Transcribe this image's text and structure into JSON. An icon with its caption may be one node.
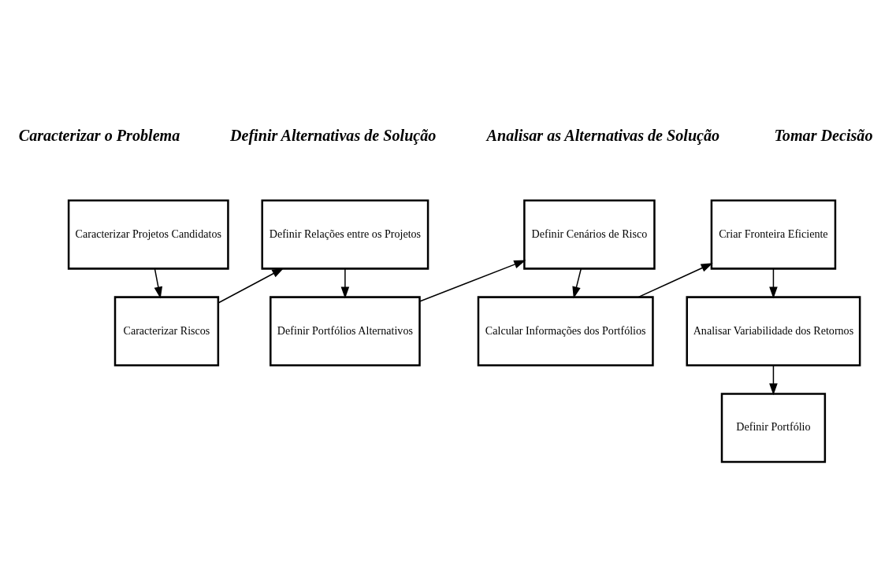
{
  "diagram": {
    "nodes": [
      {
        "text": [
          "Caracterizar Projetos Candidatos"
        ]
      },
      {
        "text": [
          "Caracterizar Riscos"
        ]
      },
      {
        "text": [
          "Definir Relações entre os Projetos"
        ]
      },
      {
        "text": [
          "Definir Portfólios Alternativos"
        ]
      },
      {
        "text": [
          "Definir Cenários de Risco"
        ]
      },
      {
        "text": [
          "Calcular Informações dos Portfólios"
        ]
      },
      {
        "text": [
          "Criar Fronteira Eficiente"
        ]
      },
      {
        "text": [
          "Analisar Variabilidade dos Retornos"
        ]
      },
      {
        "text": [
          "Definir Portfólio"
        ]
      }
    ],
    "edges": [
      {
        "from": 0,
        "to": 1,
        "arrow": "to"
      },
      {
        "from": 1,
        "to": 2,
        "arrow": "to"
      },
      {
        "from": 2,
        "to": 3,
        "arrow": "to"
      },
      {
        "from": 3,
        "to": 4,
        "arrow": "to"
      },
      {
        "from": 4,
        "to": 5,
        "arrow": "to"
      },
      {
        "from": 5,
        "to": 6,
        "arrow": "to"
      },
      {
        "from": 6,
        "to": 7,
        "arrow": "to"
      },
      {
        "from": 7,
        "to": 8,
        "arrow": "to"
      }
    ],
    "labels": [
      "Caracterizar o Problema",
      "Definir Alternativas de Solução",
      "Analisar as Alternativas de Solução",
      "Tomar Decisão"
    ]
  }
}
